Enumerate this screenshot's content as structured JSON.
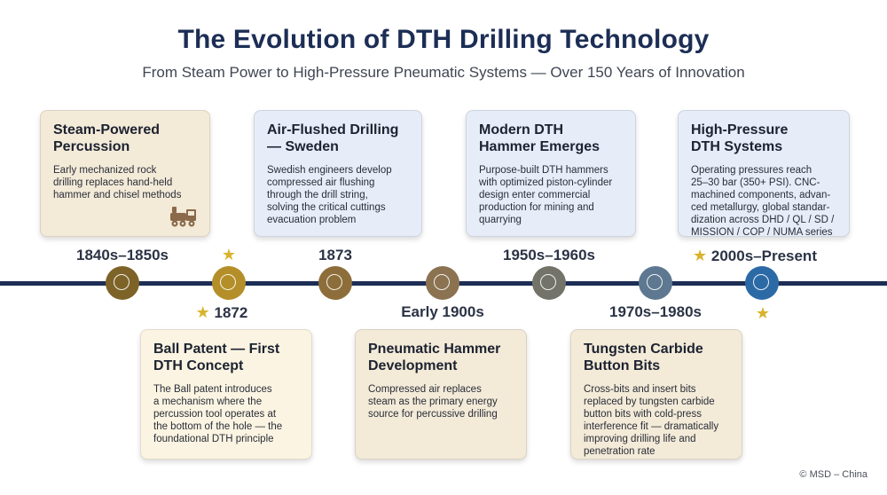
{
  "title": "The Evolution of DTH Drilling Technology",
  "subtitle": "From Steam Power to High-Pressure Pneumatic Systems — Over 150 Years of Innovation",
  "footer": "© MSD – China",
  "colors": {
    "axis": "#1c2e55",
    "star": "#d8b32c",
    "warm_card": "#f3ead8",
    "cool_card": "#e6ecf8",
    "cream_card": "#fbf4e2"
  },
  "milestones": [
    {
      "era": "1840s–1850s",
      "title": "Steam-Powered\nPercussion",
      "description": "Early mechanized rock\ndrilling replaces hand-held\nhammer and chisel methods",
      "icon": "steam-locomotive-icon",
      "node_color": "#7d6327",
      "starred": false
    },
    {
      "era": "1872",
      "title": "Ball Patent — First\nDTH Concept",
      "description": "The Ball patent introduces\na mechanism where the\npercussion tool operates at\nthe bottom of the hole — the\nfoundational DTH principle",
      "node_color": "#b48f29",
      "starred": true
    },
    {
      "era": "1873",
      "title": "Air-Flushed Drilling\n— Sweden",
      "description": "Swedish engineers develop\ncompressed air flushing\nthrough the drill string,\nsolving the critical cuttings\nevacuation problem",
      "node_color": "#8d6e3a",
      "starred": false
    },
    {
      "era": "Early 1900s",
      "title": "Pneumatic Hammer\nDevelopment",
      "description": "Compressed air replaces\nsteam as the primary energy\nsource for percussive drilling",
      "node_color": "#8b7250",
      "starred": false
    },
    {
      "era": "1950s–1960s",
      "title": "Modern DTH\nHammer Emerges",
      "description": "Purpose-built DTH hammers\nwith optimized piston-cylinder\ndesign enter commercial\nproduction for mining and\nquarrying",
      "node_color": "#737369",
      "starred": false
    },
    {
      "era": "1970s–1980s",
      "title": "Tungsten Carbide\nButton Bits",
      "description": "Cross-bits and insert bits\nreplaced by tungsten carbide\nbutton bits with cold-press\ninterference fit — dramatically\nimproving drilling life and\npenetration rate",
      "node_color": "#5d7890",
      "starred": false
    },
    {
      "era": "2000s–Present",
      "title": "High-Pressure\nDTH Systems",
      "description": "Operating pressures reach\n25–30 bar (350+ PSI). CNC-\nmachined components, advan-\nced metallurgy, global standar-\ndization across DHD / QL / SD /\nMISSION / COP / NUMA series",
      "node_color": "#2c6aa6",
      "starred": true
    }
  ]
}
